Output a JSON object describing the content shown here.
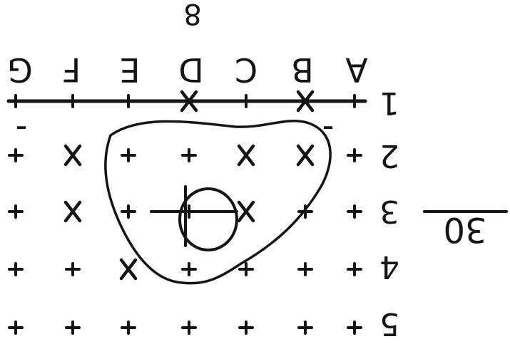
{
  "columns": [
    "A",
    "B",
    "C",
    "D",
    "E",
    "F",
    "G"
  ],
  "rows": [
    "1",
    "2",
    "3",
    "4",
    "5"
  ],
  "column_note": "8",
  "side_number": "30",
  "minus_sign": "-",
  "crossed_points": [
    "B1",
    "D1",
    "B2",
    "C2",
    "F2",
    "C3",
    "F3",
    "E4"
  ],
  "colors": {
    "ink": "#151515",
    "paper": "#ffffff"
  }
}
